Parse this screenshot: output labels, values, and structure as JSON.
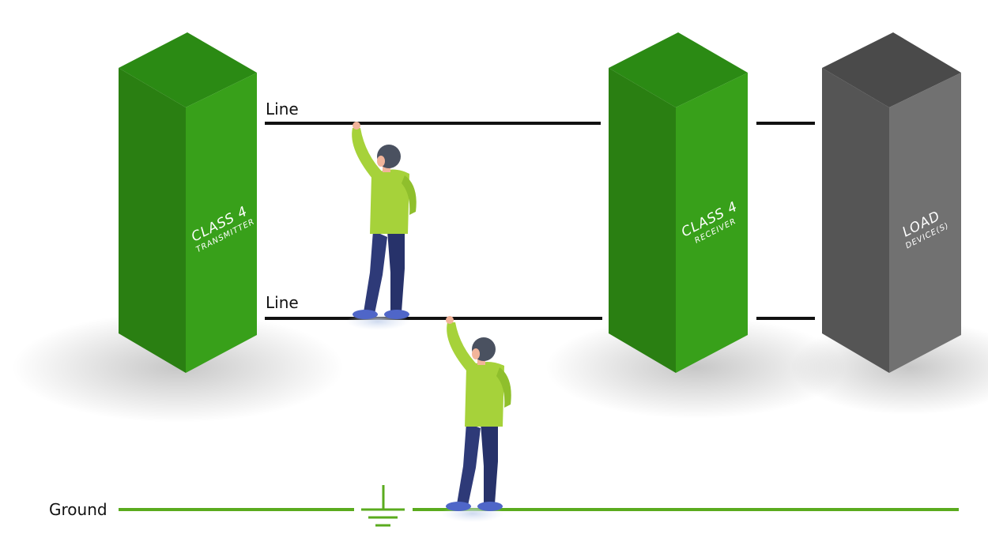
{
  "labels": {
    "line_top": "Line",
    "line_bottom": "Line",
    "ground": "Ground"
  },
  "towers": [
    {
      "id": "transmitter",
      "title": "CLASS 4",
      "subtitle": "TRANSMITTER"
    },
    {
      "id": "receiver",
      "title": "CLASS 4",
      "subtitle": "RECEIVER"
    },
    {
      "id": "load",
      "title": "LOAD",
      "subtitle": "DEVICE(S)"
    }
  ],
  "colors": {
    "tower_green_top": "#2b8a14",
    "tower_green_left": "#2a7f12",
    "tower_green_right": "#38a01a",
    "tower_gray_top": "#4a4a4a",
    "tower_gray_left": "#555555",
    "tower_gray_right": "#717171",
    "line": "#111111",
    "ground": "#5aab1e",
    "shirt": "#a6d23a",
    "pants": "#2e3a78",
    "hair": "#4a5160",
    "skin": "#f2b49a",
    "shoe": "#4f66c8"
  },
  "icons": {
    "ground_symbol": "ground-symbol-icon",
    "person": "person-icon"
  }
}
